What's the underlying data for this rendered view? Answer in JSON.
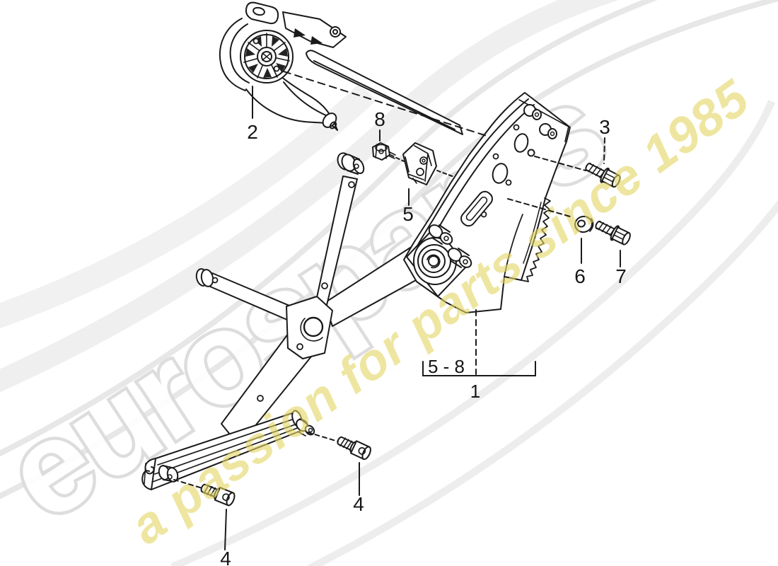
{
  "page": {
    "background": "#ffffff",
    "line_color": "#1a1a1a"
  },
  "watermark": {
    "brand": "eurospares",
    "brand_color": "#dcdcdc",
    "tagline": "a passion for parts since 1985",
    "tagline_color": "#e4d662"
  },
  "labels": {
    "part_1": "1",
    "part_2": "2",
    "part_3": "3",
    "part_4_left": "4",
    "part_4_right": "4",
    "part_5": "5",
    "part_6": "6",
    "part_7": "7",
    "part_8": "8",
    "group_range": "5 - 8"
  }
}
